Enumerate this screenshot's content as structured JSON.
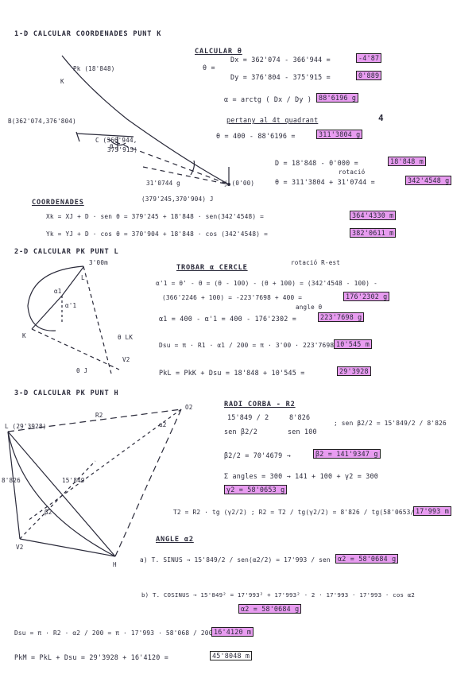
{
  "s1": {
    "title": "1-D CALCULAR COORDENADES PUNT K",
    "pk_label": "Pk (18'848)",
    "pt_k": "K",
    "b_label": "B(362'074,376'804)",
    "c_label1": "C (366'944,",
    "c_label2": "375'915)",
    "theta_label": "θ",
    "ang_label": "31'0744 g",
    "pt_zero": "j (0'00)",
    "coord_j": "(379'245,370'904) J",
    "calc_title": "CALCULAR θ",
    "theta_lhs": "θ =",
    "dx_eq": "Dx = 362'074 - 366'944 =",
    "dx_val": "-4'87",
    "dy_eq": "Dy = 376'804 - 375'915 =",
    "dy_val": "0'889",
    "alpha_eq": "α = arctg ( Dx / Dy ) =",
    "alpha_val": "88'6196 g",
    "quad_text": "pertany al 4t quadrant",
    "quad_num": "4",
    "theta_eq": "θ = 400 - 88'6196 =",
    "theta_val": "311'3804 g",
    "dj_eq": "D = 18'848 - 0'000 =",
    "dj_val": "18'848 m",
    "rot_note": "rotació",
    "thk_eq": "θ = 311'3804 + 31'0744 =",
    "thk_val": "342'4548 g",
    "coord_title": "COORDENADES",
    "xk_eq": "Xk = XJ + D · sen θ = 379'245 + 18'848 · sen(342'4548) =",
    "xk_val": "364'4330 m",
    "yk_eq": "Yk = YJ + D · cos θ = 370'904 + 18'848 · cos (342'4548) =",
    "yk_val": "382'0611 m"
  },
  "s2": {
    "title": "2-D CALCULAR PK PUNT L",
    "r_label": "3'00m",
    "pt_l": "L",
    "pt_k": "K",
    "a1_label": "α1",
    "a1p_label": "α'1",
    "th_lk": "θ LK",
    "th_jk": "θ J",
    "v2": "V2",
    "find_title": "TROBAR α CERCLE",
    "rot_note": "rotació R-est",
    "l1": "α'1 = θ' - θ = (θ - 100) - (θ + 100) = (342'4548 - 100) -",
    "l2": "(366'2246 + 100) = -223'7698 + 400 =",
    "l2_val": "176'2302 g",
    "angle_note": "angle θ",
    "a1_eq": "α1 = 400 - α'1 = 400 - 176'2302 =",
    "a1_val": "223'7698 g",
    "dsu_eq": "Dsu = π · R1 · α1 / 200 = π · 3'00 · 223'7698 / 200 =",
    "dsu_val": "10'545 m",
    "pkl_eq": "PkL = PkK + Dsu = 18'848 + 10'545 =",
    "pkl_val": "29'3928"
  },
  "s3": {
    "title": "3-D CALCULAR PK PUNT H",
    "l_label": "L (29'3928)",
    "o2": "O2",
    "r2": "R2",
    "a2": "α2",
    "b2": "β2",
    "v2": "V2",
    "pt_h": "H",
    "chord": "15'849",
    "side": "8'826",
    "radi_title": "RADI CORBA - R2",
    "sin_eq1": "15'849 / 2",
    "sin_eq2": "sen β2/2",
    "sin_eq3": "8'826",
    "sin_eq4": "sen 100",
    "sin_rhs": "; sen β2/2 = 15'849/2 / 8'826",
    "b2_eq": "β2/2 = 70'4679 →",
    "b2_val": "β2 = 141'9347 g",
    "sum_eq": "Σ angles = 300 → 141 + 100 + γ2 = 300",
    "g2_val": "γ2 = 58'0653 g",
    "t2_eq": "T2 = R2 · tg (γ2/2) ; R2 = T2 / tg(γ2/2) = 8'826 / tg(58'0653/2) =",
    "r2_val": "17'993 m",
    "angle_title": "ANGLE α2",
    "sinus_eq": "a) T. SINUS → 15'849/2 / sen(α2/2) = 17'993 / sen 100 →",
    "sinus_val": "α2 = 58'0684 g",
    "cos_eq": "b) T. COSINUS → 15'849² = 17'993² + 17'993² - 2 · 17'993 · 17'993 · cos α2",
    "cos_val": "α2 = 58'0684 g",
    "dsuh_eq": "Dsu = π · R2 · α2 / 200 = π · 17'993 · 58'068 / 200 =",
    "dsuh_val": "16'4120 m",
    "pkm_eq": "PkM = PkL + Dsu = 29'3928 + 16'4120 =",
    "pkm_val": "45'8048 m"
  }
}
